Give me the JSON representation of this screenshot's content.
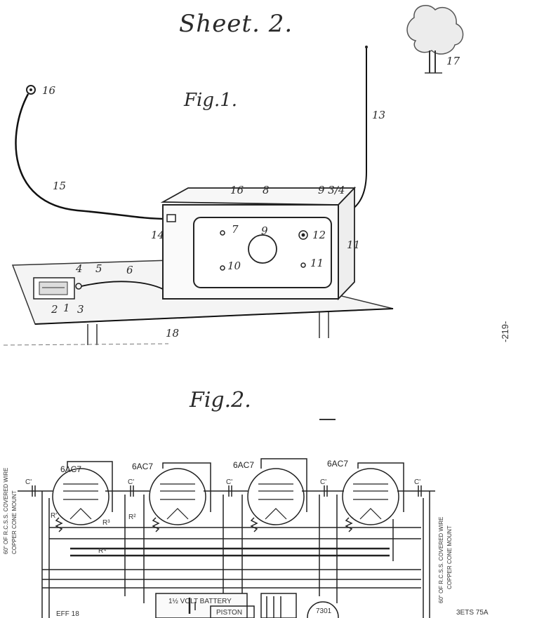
{
  "sheet_title": "Sheet. 2.",
  "page_number": "-219-",
  "fig1": {
    "title": "Fig.1.",
    "labels": [
      "1",
      "2",
      "3",
      "4",
      "5",
      "6",
      "7",
      "8",
      "9",
      "9 3/4",
      "10",
      "11",
      "11",
      "12",
      "13",
      "14",
      "15",
      "16",
      "16",
      "17",
      "18"
    ]
  },
  "fig2": {
    "title": "Fig.2.",
    "tubes": [
      "6AC7",
      "6AC7",
      "6AC7",
      "6AC7"
    ],
    "components": {
      "c1": "C'",
      "c1b": "C'",
      "c1c": "C'",
      "c1d": "C'",
      "c1e": "C'",
      "r1": "R'",
      "r2": "R²",
      "r3": "R³",
      "r4": "R⁴"
    },
    "left_wire_note": "60\" OF R.C.S.S. COVERED WIRE",
    "left_wire_note2": "COPPER CONE MOUNT",
    "right_wire_note": "60\" OF R.C.S.S. COVERED WIRE",
    "right_wire_note2": "COPPER CONE MOUNT",
    "battery": "1½ VOLT BATTERY",
    "bottom_left": "EFF 18",
    "bottom_mid": "PISTON",
    "bottom_tube": "7301",
    "bottom_right": "3ETS 75A"
  }
}
